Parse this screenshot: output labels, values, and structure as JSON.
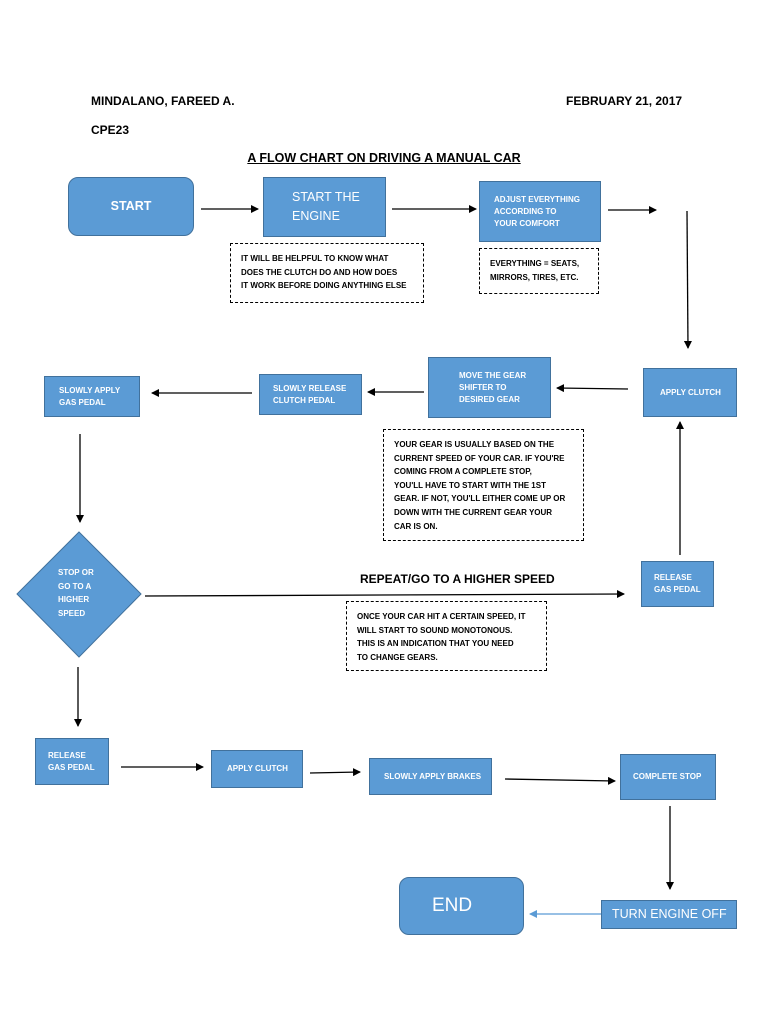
{
  "header": {
    "author": "MINDALANO, FAREED A.",
    "date": "FEBRUARY 21, 2017",
    "section": "CPE23"
  },
  "title": "A FLOW CHART ON DRIVING A MANUAL CAR",
  "nodes": {
    "start": "START",
    "start_engine": "START THE\nENGINE",
    "adjust": "ADJUST EVERYTHING\nACCORDING TO\nYOUR COMFORT",
    "apply_clutch_1": "APPLY CLUTCH",
    "move_gear": "MOVE THE GEAR\nSHIFTER TO\nDESIRED GEAR",
    "slowly_release_clutch": "SLOWLY RELEASE\nCLUTCH PEDAL",
    "slowly_apply_gas": "SLOWLY APPLY\nGAS PEDAL",
    "decision": "STOP OR\nGO TO A\nHIGHER\nSPEED",
    "release_gas_1": "RELEASE\nGAS PEDAL",
    "release_gas_2": "RELEASE\nGAS PEDAL",
    "apply_clutch_2": "APPLY CLUTCH",
    "slowly_apply_brakes": "SLOWLY APPLY BRAKES",
    "complete_stop": "COMPLETE STOP",
    "turn_engine_off": "TURN ENGINE OFF",
    "end": "END"
  },
  "notes": {
    "clutch_help": "IT WILL BE HELPFUL TO KNOW WHAT\nDOES THE CLUTCH DO AND HOW DOES\nIT WORK BEFORE DOING ANYTHING ELSE",
    "everything": "EVERYTHING = SEATS,\nMIRRORS, TIRES, ETC.",
    "gear_info": "YOUR GEAR IS USUALLY BASED ON THE\nCURRENT SPEED OF YOUR CAR. IF YOU'RE\nCOMING FROM A COMPLETE STOP,\nYOU'LL HAVE TO START WITH THE 1ST\nGEAR. IF NOT, YOU'LL EITHER COME UP OR\nDOWN WITH THE CURRENT GEAR YOUR\nCAR IS ON.",
    "monotonous": "ONCE YOUR CAR HIT A CERTAIN SPEED, IT\nWILL START TO SOUND MONOTONOUS.\nTHIS IS AN INDICATION THAT YOU NEED\nTO CHANGE GEARS."
  },
  "edge_labels": {
    "repeat": "REPEAT/GO TO A HIGHER SPEED"
  },
  "colors": {
    "box_fill": "#5b9bd5",
    "box_border": "#41719c",
    "final_arrow": "#5b9bd5"
  }
}
